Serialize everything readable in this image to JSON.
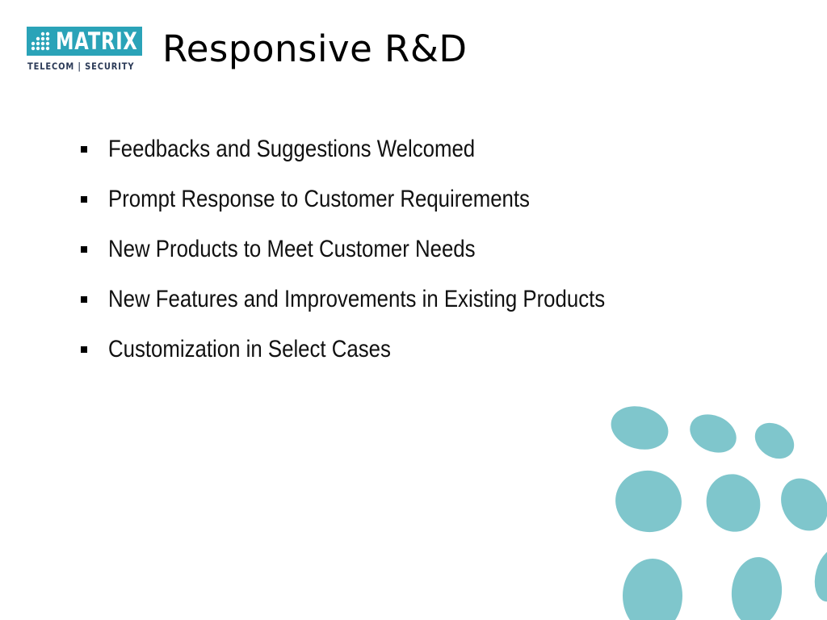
{
  "logo": {
    "wordmark": "MATRIX",
    "subtitle": "TELECOM | SECURITY",
    "brand_color": "#2aa3b8",
    "icon": "matrix-dots-icon"
  },
  "title": "Responsive R&D",
  "bullets": [
    "Feedbacks and Suggestions Welcomed",
    "Prompt Response to Customer Requirements",
    "New Products to Meet Customer Needs",
    "New Features and Improvements in Existing Products",
    "Customization in Select Cases"
  ],
  "decoration": {
    "circle_color": "#7fc6cc"
  }
}
